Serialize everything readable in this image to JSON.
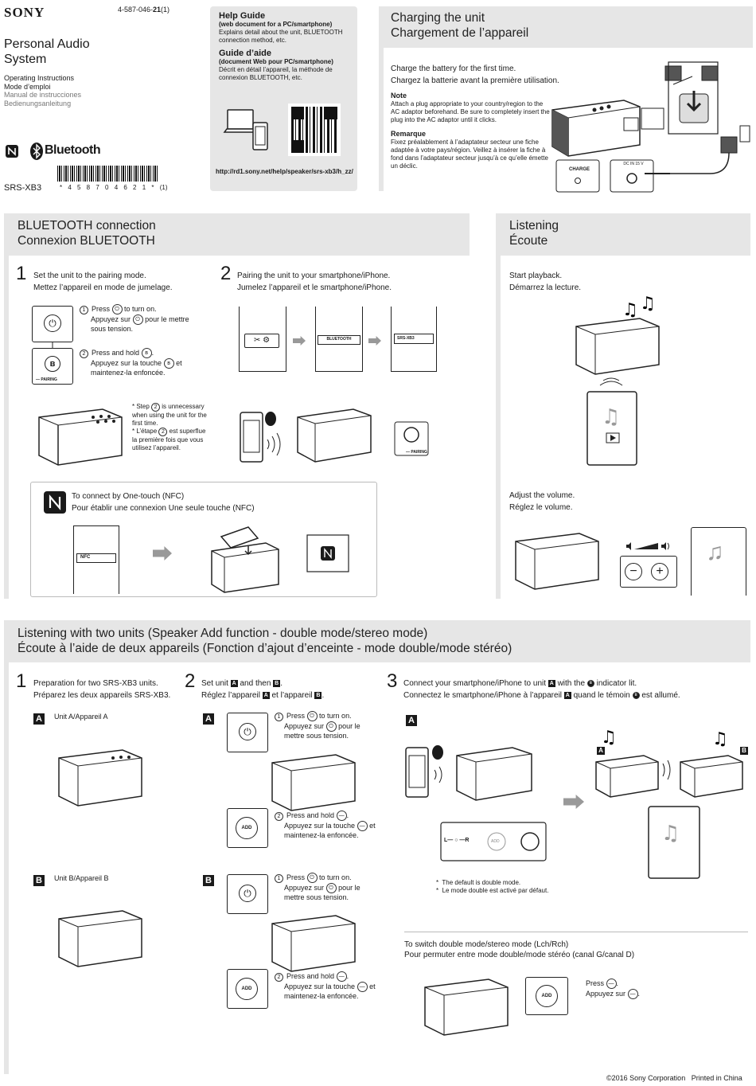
{
  "header": {
    "brand": "SONY",
    "code_prefix": "4-587-046-",
    "code_bold": "21",
    "code_suffix": "(1)",
    "product_title_1": "Personal Audio",
    "product_title_2": "System",
    "manuals": [
      "Operating Instructions",
      "Mode d’emploi",
      "Manual de instrucciones",
      "Bedienungsanleitung"
    ],
    "bluetooth": "Bluetooth",
    "model": "SRS-XB3",
    "barcode_digits": "* 4 5 8 7 0 4 6 2 1 * (1)"
  },
  "help_guide": {
    "title_en": "Help Guide",
    "subtitle_en": "(web document for a PC/smartphone)",
    "desc_en": "Explains detail about the unit, BLUETOOTH connection method, etc.",
    "title_fr": "Guide d’aide",
    "subtitle_fr": "(document Web pour PC/smartphone)",
    "desc_fr": "Décrit en détail l’appareil, la méthode de connexion BLUETOOTH, etc.",
    "url": "http://rd1.sony.net/help/speaker/srs-xb3/h_zz/"
  },
  "charging": {
    "title_en": "Charging the unit",
    "title_fr": "Chargement de l’appareil",
    "line_en": "Charge the battery for the first time.",
    "line_fr": "Chargez la batterie avant la première utilisation.",
    "note_title": "Note",
    "note_text": "Attach a plug appropriate to your country/region to the AC adaptor beforehand. Be sure to completely insert the plug into the AC adaptor until it clicks.",
    "remarque_title": "Remarque",
    "remarque_text": "Fixez préalablement à l’adaptateur secteur une fiche adaptée à votre pays/région. Veillez à insérer la fiche à fond dans l’adaptateur secteur jusqu’à ce qu’elle émette un déclic.",
    "charge_label": "CHARGE",
    "dc_label": "DC IN 15 V"
  },
  "bt": {
    "title_en": "BLUETOOTH connection",
    "title_fr": "Connexion BLUETOOTH",
    "step1_num": "1",
    "step1_en": "Set the unit to the pairing mode.",
    "step1_fr": "Mettez l’appareil en mode de jumelage.",
    "s1a_en_1": "Press",
    "s1a_en_2": "to turn on.",
    "s1a_fr_1": "Appuyez sur",
    "s1a_fr_2": "pour le mettre sous tension.",
    "s1b_en": "Press and hold",
    "s1b_fr_1": "Appuyez sur la touche",
    "s1b_fr_2": "et maintenez-la enfoncée.",
    "pairing_label": "— PAIRING",
    "note_en_1": "Step",
    "note_en_2": "is unnecessary when using the unit for the first time.",
    "note_fr_1": "L’étape",
    "note_fr_2": "est superflue la première fois que vous utilisez l’appareil.",
    "step2_num": "2",
    "step2_en": "Pairing the unit to your smartphone/iPhone.",
    "step2_fr": "Jumelez l’appareil et le smartphone/iPhone.",
    "screen_bt": "BLUETOOTH",
    "screen_model": "SRS-XB3",
    "nfc_en": "To connect by One-touch (NFC)",
    "nfc_fr": "Pour établir une connexion Une seule touche (NFC)",
    "nfc_label": "NFC"
  },
  "listening": {
    "title_en": "Listening",
    "title_fr": "Écoute",
    "start_en": "Start playback.",
    "start_fr": "Démarrez la lecture.",
    "vol_en": "Adjust the volume.",
    "vol_fr": "Réglez le volume."
  },
  "two_units": {
    "title_en": "Listening with two units (Speaker Add function - double mode/stereo mode)",
    "title_fr": "Écoute à l’aide de deux appareils (Fonction d’ajout d’enceinte - mode double/mode stéréo)",
    "s1_num": "1",
    "s1_en": "Preparation for two SRS-XB3 units.",
    "s1_fr": "Préparez les deux appareils SRS-XB3.",
    "unit_a": "Unit A/Appareil A",
    "unit_b": "Unit B/Appareil B",
    "s2_num": "2",
    "s2_en_1": "Set unit",
    "s2_en_2": "and then",
    "s2_fr_1": "Réglez l’appareil",
    "s2_fr_2": "et l’appareil",
    "press_on_en_1": "Press",
    "press_on_en_2": "to turn on.",
    "press_on_fr_1": "Appuyez sur",
    "press_on_fr_2": "pour le mettre sous tension.",
    "hold_en": "Press and hold",
    "hold_fr_1": "Appuyez sur la touche",
    "hold_fr_2": "et maintenez-la enfoncée.",
    "add_label": "ADD",
    "s3_num": "3",
    "s3_en_1": "Connect your smartphone/iPhone to unit",
    "s3_en_2": "with the",
    "s3_en_3": "indicator lit.",
    "s3_fr_1": "Connectez le smartphone/iPhone à l’appareil",
    "s3_fr_2": "quand le témoin",
    "s3_fr_3": "est allumé.",
    "lr_label": "L— ○ —R",
    "default_en": "The default is double mode.",
    "default_fr": "Le mode double est activé par défaut.",
    "switch_en": "To switch double mode/stereo mode (Lch/Rch)",
    "switch_fr": "Pour permuter entre mode double/mode stéréo (canal G/canal D)",
    "switch_press_en": "Press",
    "switch_press_fr": "Appuyez sur",
    "letter_a": "A",
    "letter_b": "B"
  },
  "footer": "©2016 Sony Corporation   Printed in China"
}
